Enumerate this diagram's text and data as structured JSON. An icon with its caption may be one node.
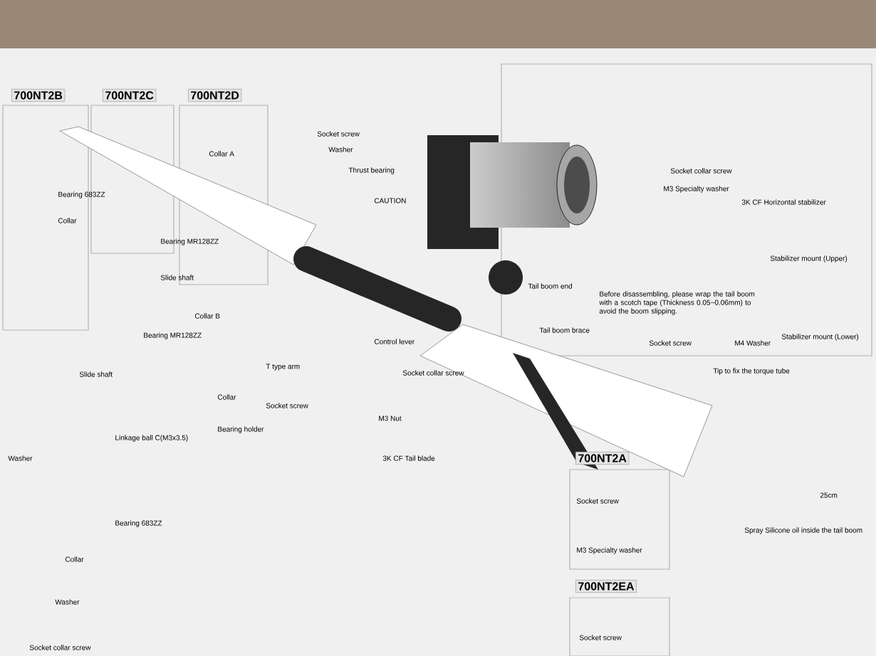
{
  "diagram": {
    "labels": [
      "700NT2B",
      "700NT2C",
      "700NT2D",
      "Socket screw",
      "Washer",
      "Thrust bearing",
      "CAUTION",
      "Bearing 683ZZ",
      "Collar",
      "Collar A",
      "Bearing MR128ZZ",
      "Slide shaft",
      "Collar B",
      "Bearing MR128ZZ",
      "Socket collar screw",
      "M3 Specialty washer",
      "3K CF Horizontal stabilizer",
      "Stabilizer mount (Upper)",
      "Tail boom end",
      "Before disassembling, please wrap the tail boom with a scotch tape (Thickness 0.05~0.06mm) to avoid the boom slipping.",
      "Tail boom brace",
      "Socket screw",
      "M4 Washer",
      "Stabilizer mount (Lower)",
      "Control lever",
      "Slide shaft",
      "T type arm",
      "Socket collar screw",
      "Collar",
      "Socket screw",
      "M3 Nut",
      "Bearing holder",
      "Linkage ball C(M3x3.5)",
      "3K CF Tail blade",
      "Tip to fix the torque tube",
      "Washer",
      "700NT2A",
      "25cm",
      "Socket screw",
      "Bearing 683ZZ",
      "Spray Silicone oil inside the tail boom",
      "M3 Specialty washer",
      "Collar",
      "700NT2EA",
      "Washer",
      "Socket screw",
      "Socket collar screw"
    ]
  }
}
